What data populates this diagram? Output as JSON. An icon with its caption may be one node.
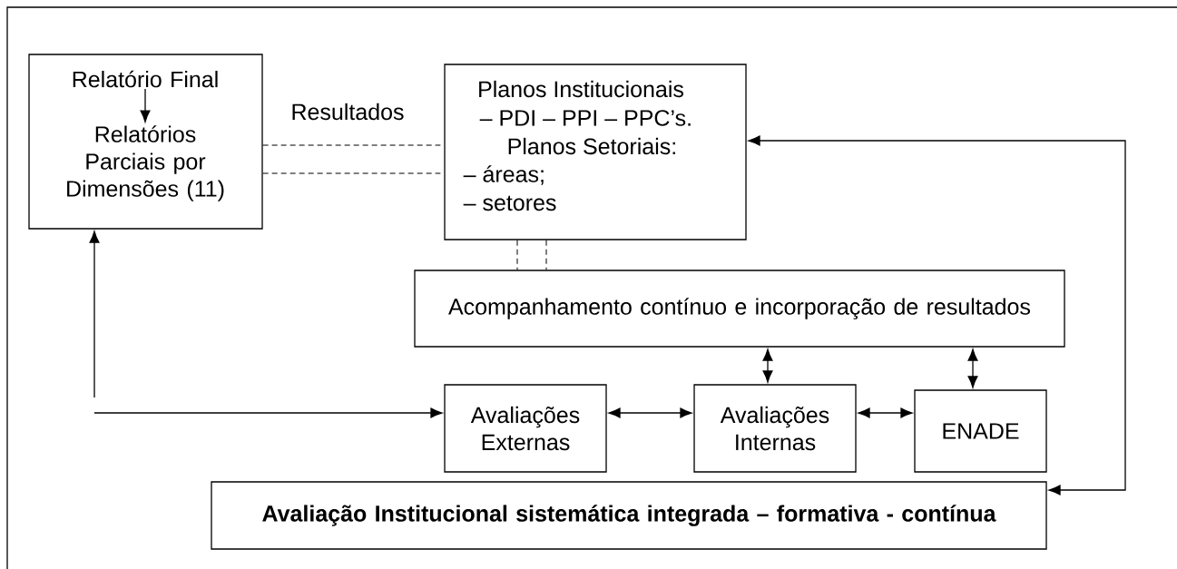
{
  "diagram": {
    "nodes": [
      {
        "text": [],
        "shape": "box"
      },
      {
        "text": [
          "Relatório Final"
        ],
        "in": 0
      },
      {
        "text": [
          "Relatórios Parciais por Dimensões (11)"
        ],
        "in": 0
      },
      {
        "text": [
          "Planos Institucionais",
          "– PDI – PPI – PPC’s.",
          "Planos Setoriais:",
          "– áreas;",
          "– setores"
        ]
      },
      {
        "text": [
          "Acompanhamento contínuo e incorporação de resultados"
        ]
      },
      {
        "text": [
          "Avaliações Externas"
        ]
      },
      {
        "text": [
          "Avaliações Internas"
        ]
      },
      {
        "text": [
          "ENADE"
        ]
      },
      {
        "text": [
          "Avaliação Institucional sistemática integrada – formativa - contínua"
        ]
      }
    ],
    "edges": [
      {
        "from": 1,
        "to": 2,
        "arrow": "to"
      },
      {
        "from": 0,
        "to": 3,
        "arrow": "none",
        "style": "dashed",
        "label": "Resultados"
      },
      {
        "from": 0,
        "to": 3,
        "arrow": "none",
        "style": "dashed"
      },
      {
        "from": 3,
        "to": 4,
        "arrow": "none",
        "style": "dashed"
      },
      {
        "from": 3,
        "to": 4,
        "arrow": "none",
        "style": "dashed"
      },
      {
        "from": null,
        "to": 0,
        "arrow": "to"
      },
      {
        "from": null,
        "to": 5,
        "arrow": "to"
      },
      {
        "from": 5,
        "to": 6,
        "arrow": "both"
      },
      {
        "from": 6,
        "to": 7,
        "arrow": "both"
      },
      {
        "from": 4,
        "to": 6,
        "arrow": "both"
      },
      {
        "from": 4,
        "to": 7,
        "arrow": "both"
      },
      {
        "from": 8,
        "to": 3,
        "arrow": "both"
      }
    ]
  }
}
